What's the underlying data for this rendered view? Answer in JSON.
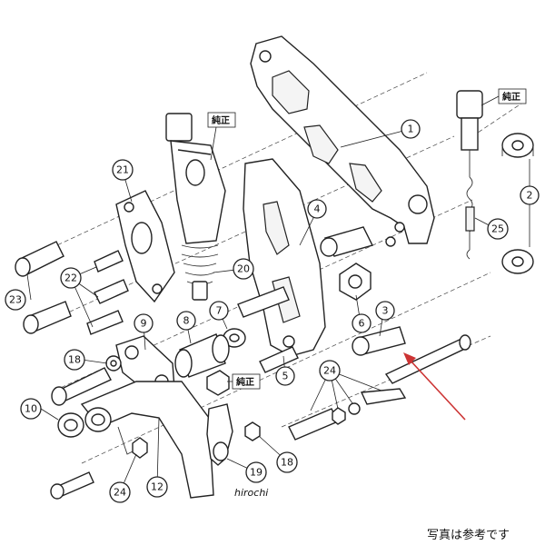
{
  "diagram": {
    "callouts": [
      {
        "id": "1",
        "label": "1"
      },
      {
        "id": "2",
        "label": "2"
      },
      {
        "id": "3",
        "label": "3"
      },
      {
        "id": "4",
        "label": "4"
      },
      {
        "id": "5",
        "label": "5"
      },
      {
        "id": "6",
        "label": "6"
      },
      {
        "id": "7",
        "label": "7"
      },
      {
        "id": "8",
        "label": "8"
      },
      {
        "id": "9",
        "label": "9"
      },
      {
        "id": "10",
        "label": "10"
      },
      {
        "id": "12",
        "label": "12"
      },
      {
        "id": "18a",
        "label": "18"
      },
      {
        "id": "18b",
        "label": "18"
      },
      {
        "id": "19",
        "label": "19"
      },
      {
        "id": "20",
        "label": "20"
      },
      {
        "id": "21",
        "label": "21"
      },
      {
        "id": "22",
        "label": "22"
      },
      {
        "id": "23",
        "label": "23"
      },
      {
        "id": "24a",
        "label": "24"
      },
      {
        "id": "24b",
        "label": "24"
      },
      {
        "id": "25",
        "label": "25"
      }
    ],
    "genuine_labels": [
      {
        "id": "g1",
        "text": "純正"
      },
      {
        "id": "g2",
        "text": "純正"
      },
      {
        "id": "g3",
        "text": "純正"
      }
    ],
    "brand": "hirochi",
    "note": "写真は参考です",
    "arrow_color": "#cc3333"
  }
}
